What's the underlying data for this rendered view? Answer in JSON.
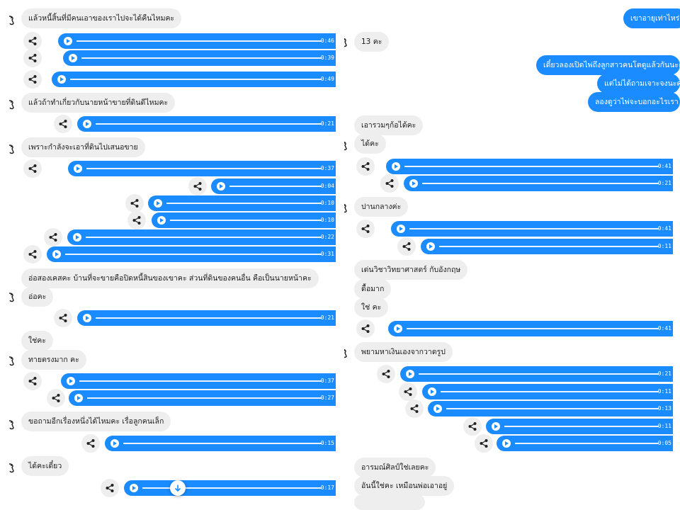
{
  "colors": {
    "accent": "#1a8cff",
    "bubble_in": "#eeeeee",
    "text": "#1c1c1c"
  },
  "icons": {
    "share": "share-icon",
    "play": "play-icon",
    "avatar": "avatar-icon",
    "scroll": "arrow-down-icon"
  },
  "left": {
    "messages": [
      {
        "text": "แล้วหนี้สิ้นที่มีคนเอาของเราไปจะได้คืนไหมคะ"
      },
      {
        "text": "แล้วถ้าทำเกี่ยวกับนายหน้าขายที่ดินดีไหมคะ"
      },
      {
        "text": "เพราะกำลังจะเอาที่ดินไปเสนอขาย"
      },
      {
        "text": "อ่อสองเคสคะ บ้านที่จะขายคือปิดหนี้สินของเขาคะ ส่วนที่ดินของคนอื่น คือเป็นนายหน้าคะ"
      },
      {
        "text": "อ่อคะ"
      },
      {
        "text": "ใช่คะ"
      },
      {
        "text": "ทายตรงมาก คะ"
      },
      {
        "text": "ขอถามอีกเรื่องหนึ่งได้ไหมคะ เรื่อลูกคนเล็ก"
      },
      {
        "text": "ได้คะเดี๋ยว"
      }
    ],
    "voices": [
      {
        "duration": "0:46"
      },
      {
        "duration": "0:39"
      },
      {
        "duration": "0:49"
      },
      {
        "duration": "0:21"
      },
      {
        "duration": "0:37"
      },
      {
        "duration": "0:04"
      },
      {
        "duration": "0:10"
      },
      {
        "duration": "0:10"
      },
      {
        "duration": "0:22"
      },
      {
        "duration": "0:31"
      },
      {
        "duration": "0:21"
      },
      {
        "duration": "0:37"
      },
      {
        "duration": "0:27"
      },
      {
        "duration": "0:15"
      },
      {
        "duration": "0:17"
      }
    ]
  },
  "right": {
    "messages": [
      {
        "text": "เขาอายุเท่าไหร่"
      },
      {
        "text": "13 คะ"
      },
      {
        "text": "เดี๋ยวลองเปิดไพ่ถึงลูกสาวคนโตดูแล้วกันนะคะ"
      },
      {
        "text": "แต่ไม่ได้ถามเจาะจงนะคะ"
      },
      {
        "text": "ลองดูว่าไพ่จะบอกอะไรเรา"
      },
      {
        "text": "เอารวมๆก้อได้คะ"
      },
      {
        "text": "ได้คะ"
      },
      {
        "text": "ปานกลางค่ะ"
      },
      {
        "text": "เด่นวิชาวิทยาศาสตร์ กับอังกฤษ"
      },
      {
        "text": "ดื้อมาก"
      },
      {
        "text": "ใช่ คะ"
      },
      {
        "text": "พยามหาเงินเองจากวาดรูป"
      },
      {
        "text": "อารมณ์ศิลป์ใช่เลยคะ"
      },
      {
        "text": "อันนี้ใช่คะ เหมือนพ่อเอาอยู่"
      }
    ],
    "voices": [
      {
        "duration": "0:41"
      },
      {
        "duration": "0:21"
      },
      {
        "duration": "0:41"
      },
      {
        "duration": "0:11"
      },
      {
        "duration": "0:41"
      },
      {
        "duration": "0:21"
      },
      {
        "duration": "0:11"
      },
      {
        "duration": "0:13"
      },
      {
        "duration": "0:11"
      },
      {
        "duration": "0:05"
      }
    ]
  }
}
